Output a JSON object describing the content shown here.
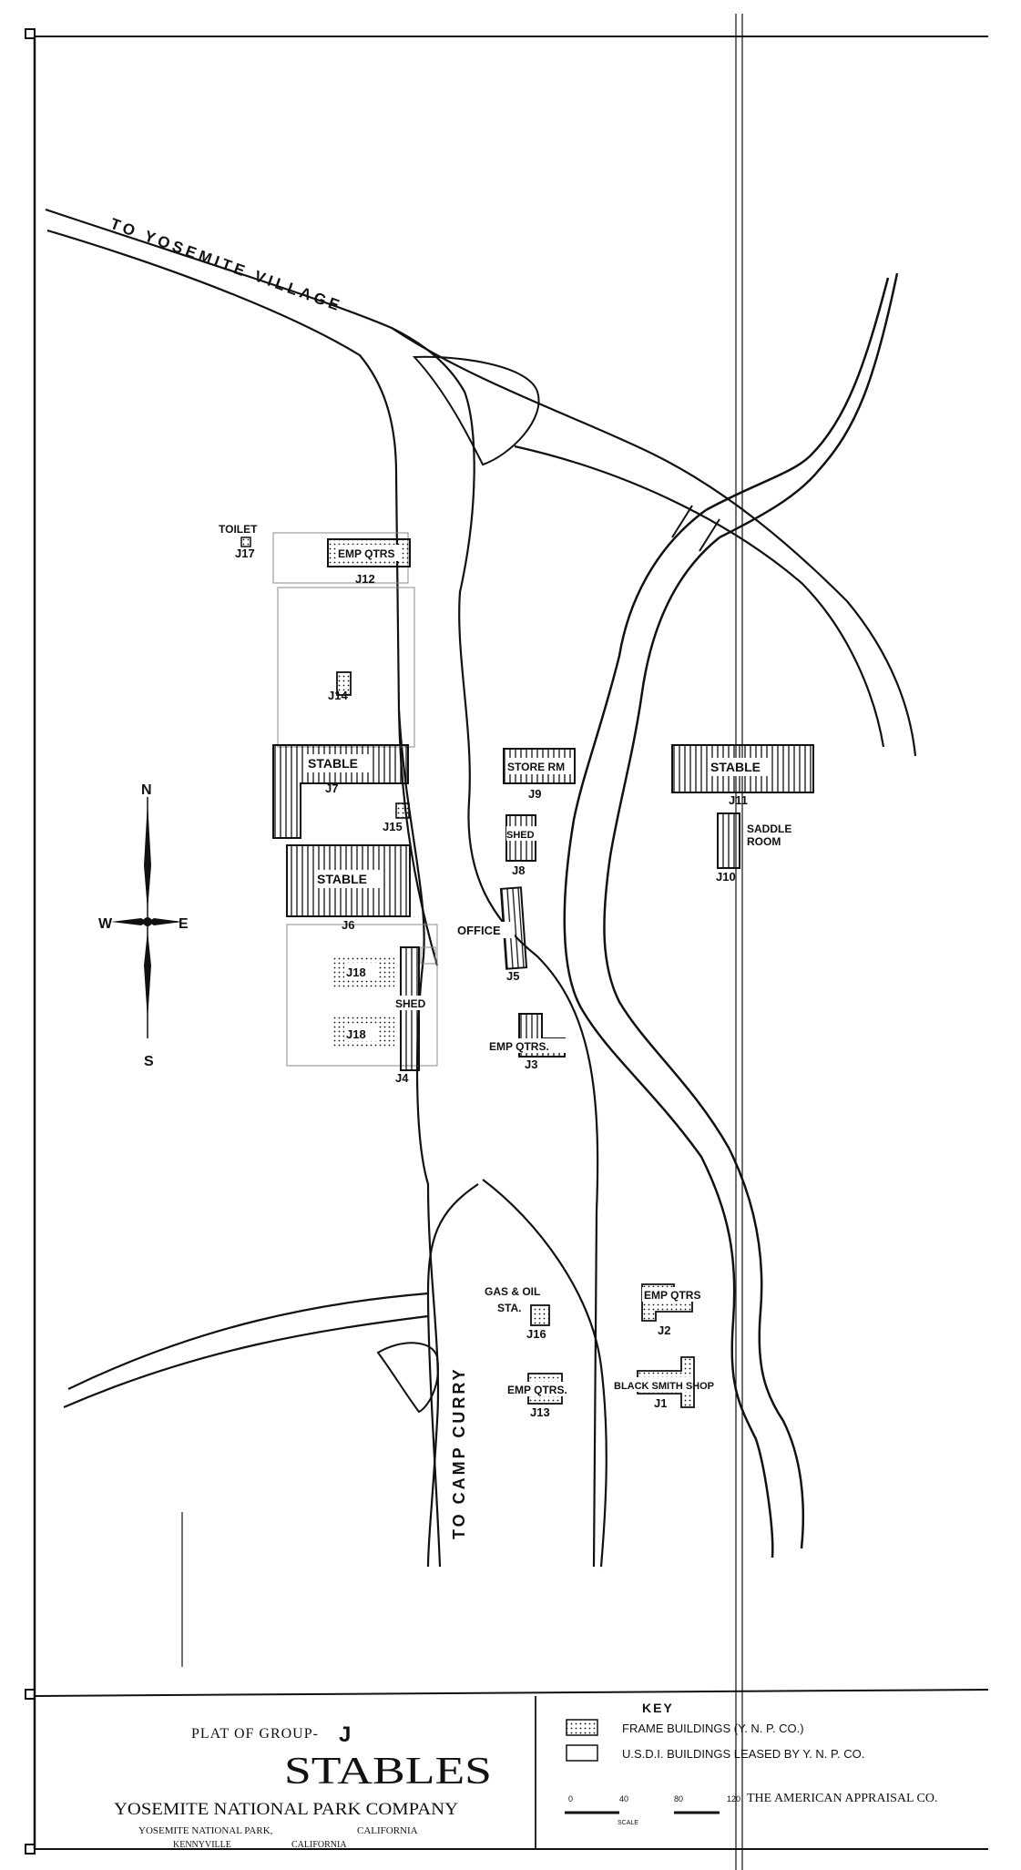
{
  "roads": {
    "to_village": "TO YOSEMITE VILLAGE",
    "to_curry": "TO CAMP CURRY"
  },
  "buildings": {
    "j1": {
      "id": "J1",
      "name": "BLACK SMITH SHOP"
    },
    "j2": {
      "id": "J2",
      "name": "EMP QTRS"
    },
    "j3": {
      "id": "J3",
      "name": "EMP QTRS."
    },
    "j4": {
      "id": "J4",
      "name": "SHED"
    },
    "j5": {
      "id": "J5",
      "name": "OFFICE"
    },
    "j6": {
      "id": "J6",
      "name": "STABLE"
    },
    "j7": {
      "id": "J7",
      "name": "STABLE"
    },
    "j8": {
      "id": "J8",
      "name": "SHED"
    },
    "j9": {
      "id": "J9",
      "name": "STORE RM"
    },
    "j10": {
      "id": "J10",
      "name_line1": "SADDLE",
      "name_line2": "ROOM"
    },
    "j11": {
      "id": "J11",
      "name": "STABLE"
    },
    "j12": {
      "id": "J12",
      "name": "EMP QTRS"
    },
    "j13": {
      "id": "J13",
      "name": "EMP QTRS."
    },
    "j14": {
      "id": "J14"
    },
    "j15": {
      "id": "J15"
    },
    "j16": {
      "id": "J16",
      "name_line1": "GAS & OIL",
      "name_line2": "STA."
    },
    "j17": {
      "id": "J17",
      "name": "TOILET"
    },
    "j18a": {
      "id": "J18"
    },
    "j18b": {
      "id": "J18"
    }
  },
  "compass": {
    "n": "N",
    "s": "S",
    "e": "E",
    "w": "W"
  },
  "title_block": {
    "plat_of_group": "PLAT OF GROUP-",
    "group_letter": "J",
    "title": "STABLES",
    "company": "YOSEMITE NATIONAL PARK COMPANY",
    "location_line1_a": "YOSEMITE NATIONAL PARK,",
    "location_line1_b": "CALIFORNIA",
    "location_line2_a": "KENNYVILLE",
    "location_line2_b": "CALIFORNIA"
  },
  "key": {
    "heading": "KEY",
    "frame_buildings": "FRAME BUILDINGS (Y. N. P. CO.)",
    "usdi_buildings": "U.S.D.I. BUILDINGS LEASED BY Y. N. P. CO.",
    "scale_0": "0",
    "scale_40": "40",
    "scale_80": "80",
    "scale_120": "120",
    "scale_label": "SCALE",
    "appraiser": "THE AMERICAN APPRAISAL CO."
  },
  "colors": {
    "ink": "#111111",
    "paper": "#ffffff"
  }
}
